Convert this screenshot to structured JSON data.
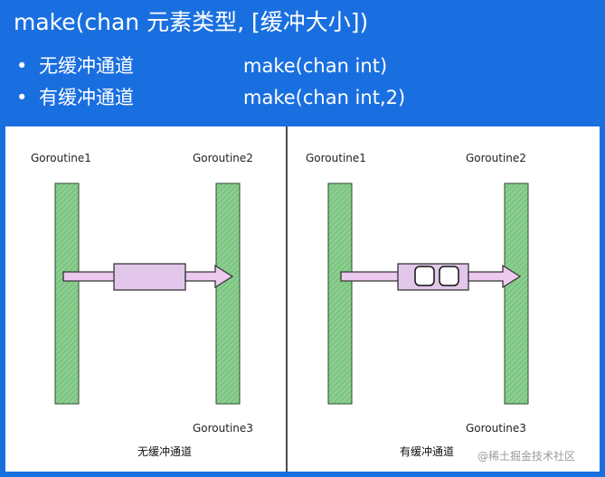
{
  "header": {
    "title": "make(chan 元素类型, [缓冲大小])",
    "bullets": [
      {
        "marker": "•",
        "label": "无缓冲通道",
        "code": "make(chan int)"
      },
      {
        "marker": "•",
        "label": "有缓冲通道",
        "code": "make(chan int,2)"
      }
    ]
  },
  "diagrams": {
    "left": {
      "goroutine_top_left": "Goroutine1",
      "goroutine_top_right": "Goroutine2",
      "goroutine_bottom_right": "Goroutine3",
      "caption": "无缓冲通道",
      "buffer_slots": 0
    },
    "right": {
      "goroutine_top_left": "Goroutine1",
      "goroutine_top_right": "Goroutine2",
      "goroutine_bottom_right": "Goroutine3",
      "caption": "有缓冲通道",
      "buffer_slots": 2
    }
  },
  "watermark": "@稀土掘金技术社区",
  "colors": {
    "background": "#1a6fe0",
    "panel": "#ffffff",
    "goroutine_fill": "#7ec783",
    "goroutine_stroke": "#2f4a30",
    "arrow_fill": "#ecc9ef",
    "arrow_stroke": "#353535",
    "channel_fill": "#e2c7ea",
    "slot_fill": "#ffffff",
    "divider": "#111111",
    "header_text": "#ffffff",
    "diagram_text": "#222222"
  }
}
